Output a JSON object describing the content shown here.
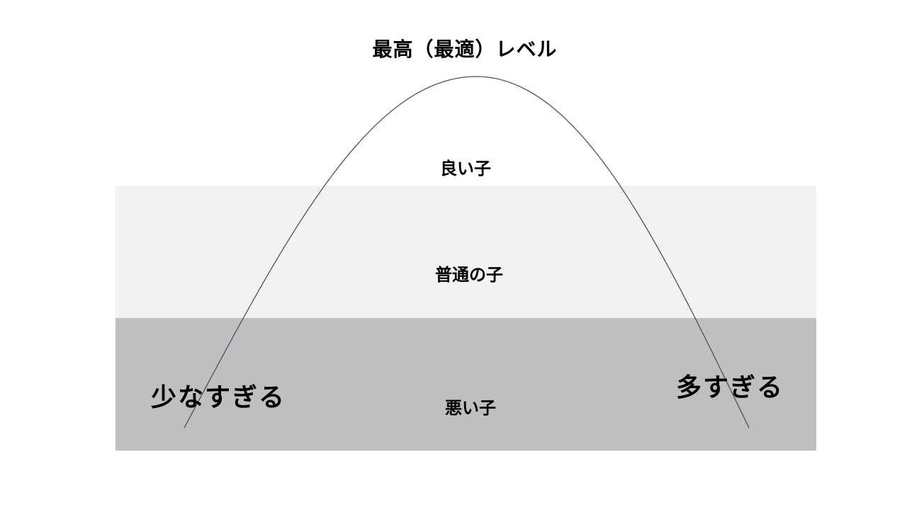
{
  "diagram": {
    "title": "最高（最適）レベル",
    "levels": [
      {
        "id": "good",
        "label": "良い子",
        "band_color": "#FFFFFF"
      },
      {
        "id": "normal",
        "label": "普通の子",
        "band_color": "#F2F2F2"
      },
      {
        "id": "bad",
        "label": "悪い子",
        "band_color": "#BFBFBF"
      }
    ],
    "axis_extremes": {
      "left": "少なすぎる",
      "right": "多すぎる"
    },
    "curve": {
      "shape": "inverted-parabola",
      "stroke_color": "#44546A",
      "start": [
        260,
        604
      ],
      "peak": [
        672,
        108
      ],
      "end": [
        1057,
        604
      ]
    },
    "colors": {
      "background": "#FFFFFF",
      "band_light": "#F2F2F2",
      "band_dark": "#BFBFBF",
      "text": "#000000"
    }
  }
}
